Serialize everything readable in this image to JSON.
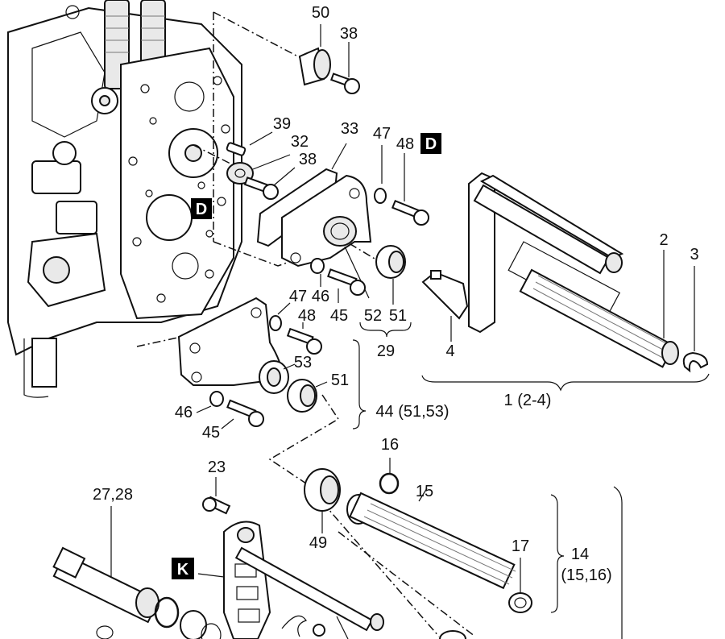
{
  "callouts": {
    "c50": "50",
    "c38a": "38",
    "c39": "39",
    "c32": "32",
    "c33": "33",
    "c38b": "38",
    "c47a": "47",
    "c48a": "48",
    "c2": "2",
    "c3": "3",
    "c47b": "47",
    "c46a": "46",
    "c48b": "48",
    "c45a": "45",
    "c52": "52",
    "c51a": "51",
    "c4": "4",
    "c29": "29",
    "c53": "53",
    "c51b": "51",
    "c1": "1 (2-4)",
    "c44": "44 (51,53)",
    "c46b": "46",
    "c45b": "45",
    "c16": "16",
    "c23": "23",
    "c2728": "27,28",
    "c15": "15",
    "c17": "17",
    "c49": "49",
    "c14": "14",
    "c1415": "(15,16)"
  },
  "markers": {
    "d_top": "D",
    "d_left": "D",
    "k": "K"
  }
}
